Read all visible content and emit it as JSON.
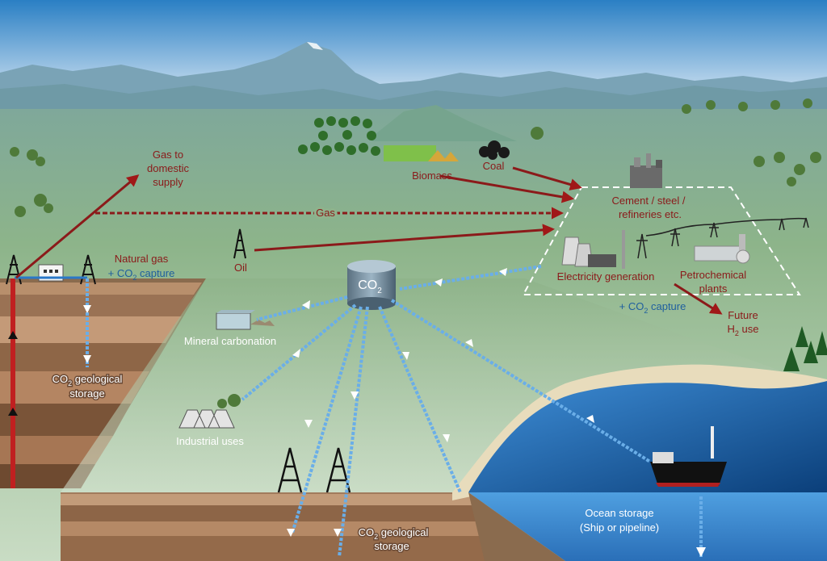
{
  "labels": {
    "gas_domestic_1": "Gas to",
    "gas_domestic_2": "domestic",
    "gas_domestic_3": "supply",
    "biomass": "Biomass",
    "coal": "Coal",
    "gas": "Gas",
    "oil": "Oil",
    "natural_gas": "Natural gas",
    "co2_capture_left": "+ CO",
    "co2_capture_left_sub": "2",
    "co2_capture_left_tail": " capture",
    "cement_1": "Cement / steel /",
    "cement_2": "refineries etc.",
    "electricity": "Electricity generation",
    "petro_1": "Petrochemical",
    "petro_2": "plants",
    "co2_capture_right": "+ CO",
    "co2_capture_right_sub": "2",
    "co2_capture_right_tail": " capture",
    "future_1": "Future",
    "future_2": "H",
    "future_2_sub": "2",
    "future_2_tail": " use",
    "co2_tank": "CO",
    "co2_tank_sub": "2",
    "mineral": "Mineral carbonation",
    "industrial": "Industrial uses",
    "geo_left_1": "CO",
    "geo_left_1_sub": "2",
    "geo_left_1_tail": " geological",
    "geo_left_2": "storage",
    "geo_bottom_1": "CO",
    "geo_bottom_1_sub": "2",
    "geo_bottom_1_tail": " geological",
    "geo_bottom_2": "storage",
    "ocean_1": "Ocean storage",
    "ocean_2": "(Ship or pipeline)"
  },
  "colors": {
    "sky_top": "#2a7fc4",
    "sky_bottom": "#e8f1f8",
    "mountain": "#6f98a8",
    "land": "#8fb28c",
    "soil": "#a07858",
    "ocean": "#1a5fa0",
    "arrow_red": "#8b1a1a",
    "pipe_blue": "#4a90d0",
    "capture_blue": "#1f5f9e"
  }
}
